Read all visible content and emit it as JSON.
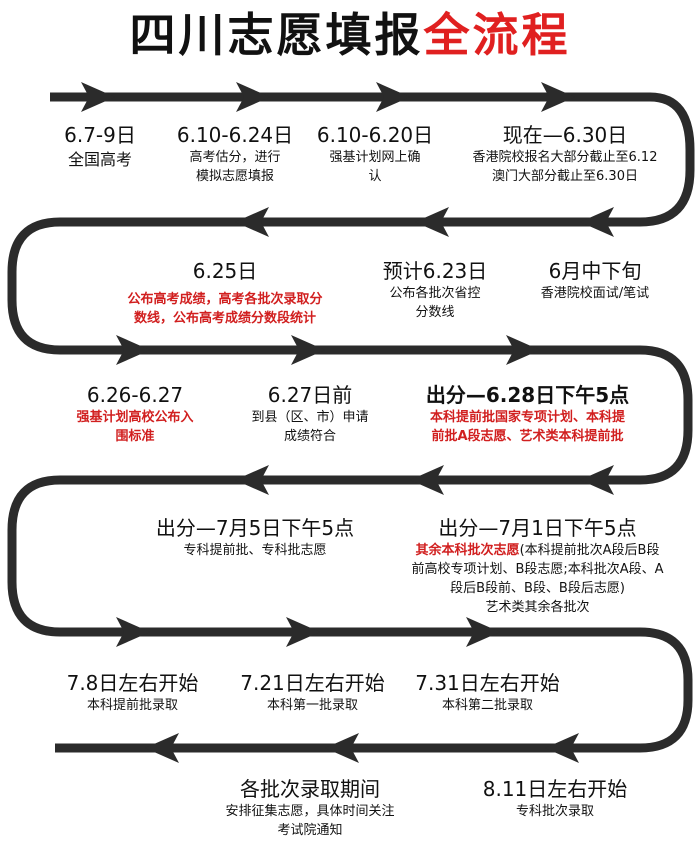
{
  "title": {
    "black": "四川志愿填报",
    "red": "全流程"
  },
  "colors": {
    "track": "#2b2b2b",
    "accent_red": "#d11f1f",
    "title_red": "#e02020"
  },
  "events": {
    "e1": {
      "date": "6.7-9日",
      "desc": "全国高考"
    },
    "e2": {
      "date": "6.10-6.24日",
      "desc1": "高考估分，进行",
      "desc2": "模拟志愿填报"
    },
    "e3": {
      "date": "6.10-6.20日",
      "desc1": "强基计划网上确",
      "desc2": "认"
    },
    "e4": {
      "date": "现在—6.30日",
      "desc1": "香港院校报名大部分截止至6.12",
      "desc2": "澳门大部分截止至6.30日"
    },
    "e5": {
      "date": "6.25日",
      "desc1": "公布高考成绩，高考各批次录取分",
      "desc2": "数线，公布高考成绩分数段统计"
    },
    "e6": {
      "date": "预计6.23日",
      "desc1": "公布各批次省控",
      "desc2": "分数线"
    },
    "e7": {
      "date": "6月中下旬",
      "desc": "香港院校面试/笔试"
    },
    "e8": {
      "date": "6.26-6.27",
      "desc1": "强基计划高校公布入",
      "desc2": "围标准"
    },
    "e9": {
      "date": "6.27日前",
      "desc1": "到县（区、市）申请",
      "desc2": "成绩符合"
    },
    "e10": {
      "date": "出分—6.28日下午5点",
      "desc1": "本科提前批国家专项计划、本科提",
      "desc2": "前批A段志愿、艺术类本科提前批"
    },
    "e11": {
      "date": "出分—7月5日下午5点",
      "desc": "专科提前批、专科批志愿"
    },
    "e12": {
      "date": "出分—7月1日下午5点",
      "red": "其余本科批次志愿",
      "rest1": "(本科提前批次A段后B段",
      "line2": "前高校专项计划、B段志愿;本科批次A段、A",
      "line3": "段后B段前、B段、B段后志愿)",
      "line4": "艺术类其余各批次"
    },
    "e13": {
      "date": "7.8日左右开始",
      "desc": "本科提前批录取"
    },
    "e14": {
      "date": "7.21日左右开始",
      "desc": "本科第一批录取"
    },
    "e15": {
      "date": "7.31日左右开始",
      "desc": "本科第二批录取"
    },
    "e16": {
      "date": "各批次录取期间",
      "desc1": "安排征集志愿，具体时间关注",
      "desc2": "考试院通知"
    },
    "e17": {
      "date": "8.11日左右开始",
      "desc": "专科批次录取"
    }
  }
}
